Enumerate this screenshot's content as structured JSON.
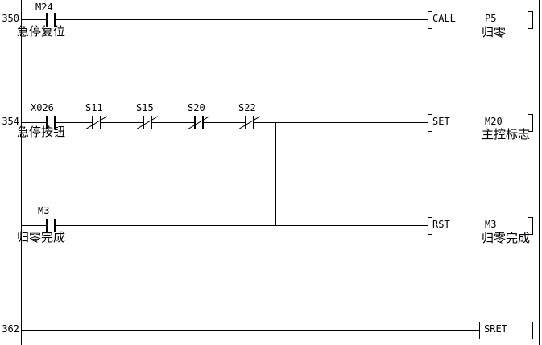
{
  "ladder": {
    "program_type": "ladder-diagram",
    "rungs": [
      {
        "step": "350",
        "contacts": [
          {
            "device": "M24",
            "type": "NO",
            "comment": "急停复位"
          }
        ],
        "output": {
          "mnemonic": "CALL",
          "operand": "P5",
          "comment": "归零"
        }
      },
      {
        "step": "354",
        "contacts": [
          {
            "device": "X026",
            "type": "NO",
            "comment": "急停按钮"
          },
          {
            "device": "S11",
            "type": "NC",
            "comment": ""
          },
          {
            "device": "S15",
            "type": "NC",
            "comment": ""
          },
          {
            "device": "S20",
            "type": "NC",
            "comment": ""
          },
          {
            "device": "S22",
            "type": "NC",
            "comment": ""
          }
        ],
        "output": {
          "mnemonic": "SET",
          "operand": "M20",
          "comment": "主控标志"
        }
      },
      {
        "step": "",
        "contacts": [
          {
            "device": "M3",
            "type": "NO",
            "comment": "归零完成"
          }
        ],
        "output": {
          "mnemonic": "RST",
          "operand": "M3",
          "comment": "归零完成"
        }
      },
      {
        "step": "362",
        "contacts": [],
        "output": {
          "mnemonic": "SRET",
          "operand": "",
          "comment": ""
        }
      }
    ]
  }
}
